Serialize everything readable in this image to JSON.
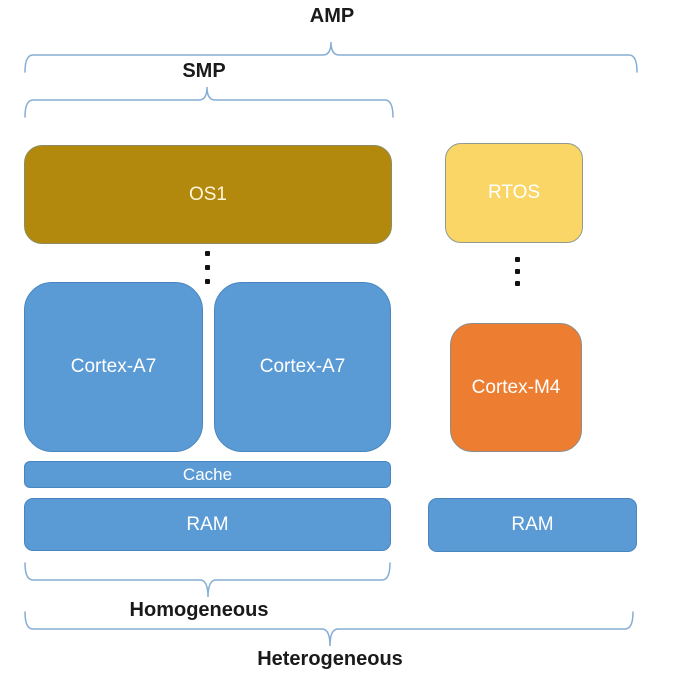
{
  "labels": {
    "amp": "AMP",
    "smp": "SMP",
    "homogeneous": "Homogeneous",
    "heterogeneous": "Heterogeneous"
  },
  "blocks": {
    "os1": {
      "label": "OS1",
      "fill": "#B3890D",
      "text_color": "#FFF6DA"
    },
    "rtos": {
      "label": "RTOS",
      "fill": "#FAD667",
      "text_color": "#FFFFFF"
    },
    "cortex_a7_left": {
      "label": "Cortex-A7",
      "fill": "#5B9BD5",
      "text_color": "#FFFFFF"
    },
    "cortex_a7_right": {
      "label": "Cortex-A7",
      "fill": "#5B9BD5",
      "text_color": "#FFFFFF"
    },
    "cortex_m4": {
      "label": "Cortex-M4",
      "fill": "#ED7D31",
      "text_color": "#FFFFFF"
    },
    "cache": {
      "label": "Cache",
      "fill": "#5B9BD5",
      "text_color": "#FFFFFF"
    },
    "ram_left": {
      "label": "RAM",
      "fill": "#5B9BD5",
      "text_color": "#FFFFFF"
    },
    "ram_right": {
      "label": "RAM",
      "fill": "#5B9BD5",
      "text_color": "#FFFFFF"
    }
  },
  "icons": {
    "ellipsis_left": "vertical-ellipsis",
    "ellipsis_right": "vertical-ellipsis"
  },
  "colors": {
    "brace": "#85ADD4",
    "label_text": "#1A1A1A",
    "background": "#FFFFFF"
  }
}
